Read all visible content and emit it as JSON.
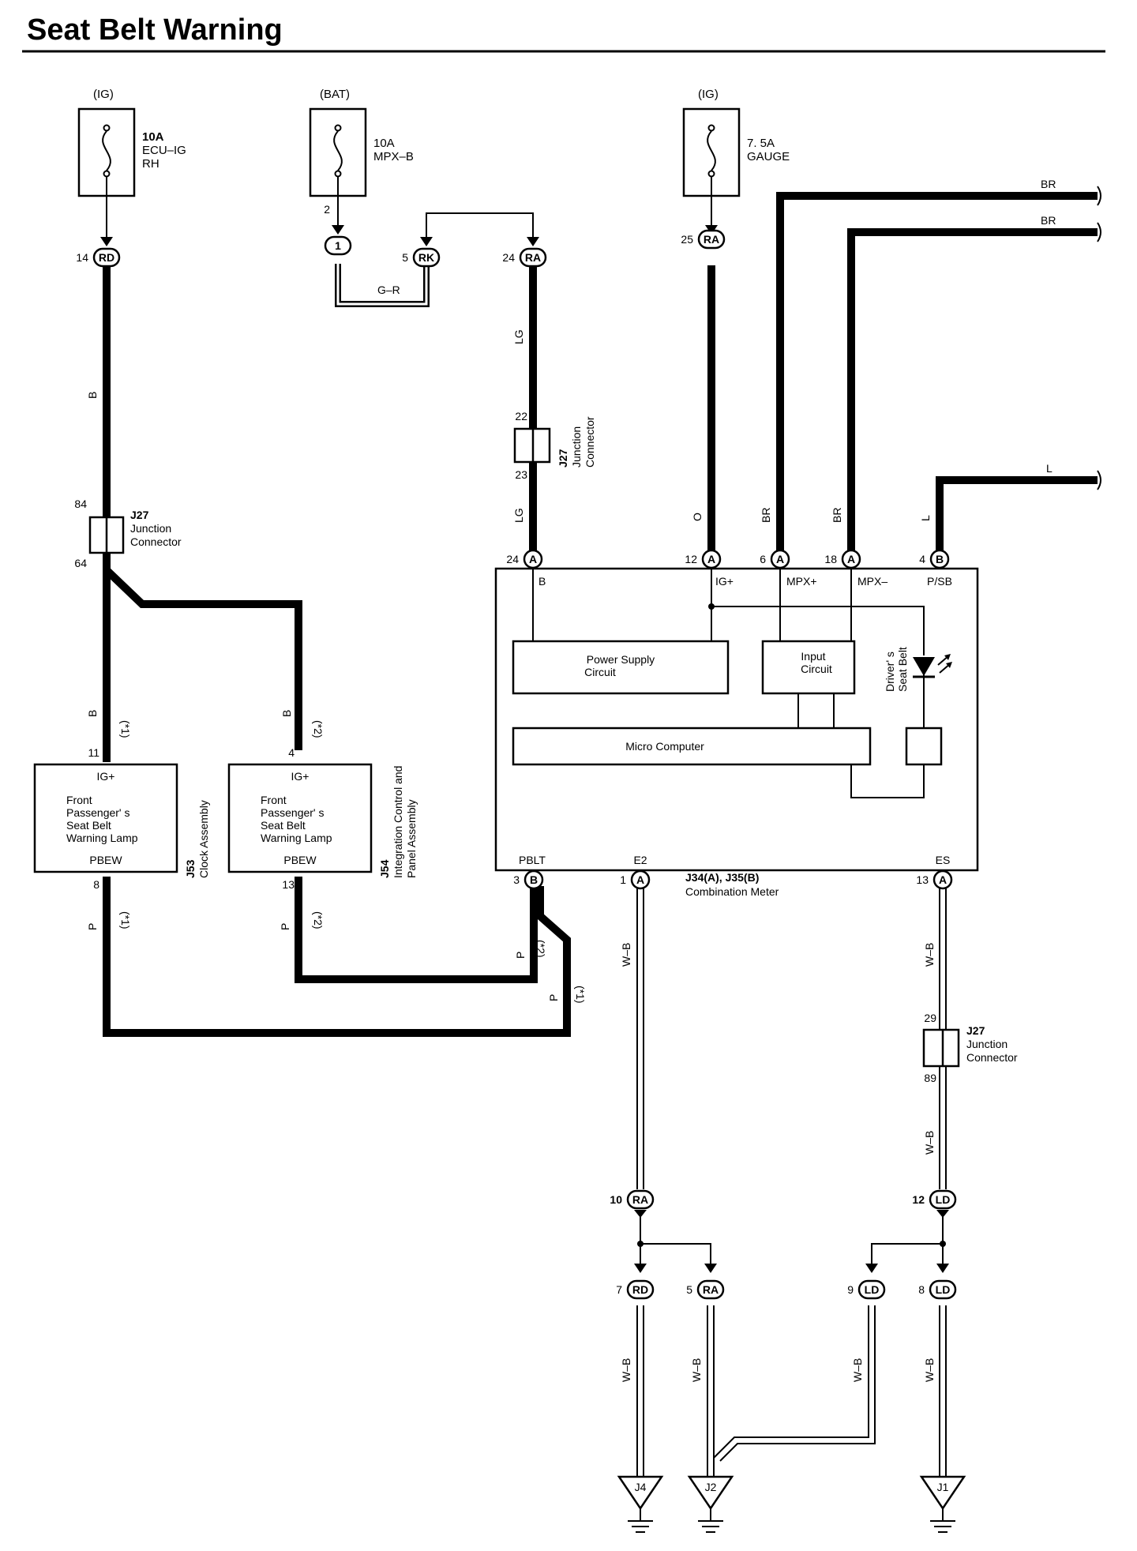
{
  "title": "Seat Belt Warning",
  "fuses": [
    {
      "source": "(IG)",
      "rating": "10A",
      "name1": "ECU–IG",
      "name2": "RH"
    },
    {
      "source": "(BAT)",
      "rating": "10A",
      "name1": "MPX–B",
      "name2": ""
    },
    {
      "source": "(IG)",
      "rating": "7. 5A",
      "name1": "GAUGE",
      "name2": ""
    }
  ],
  "connectors": {
    "c14": {
      "num": "14",
      "code": "RD"
    },
    "c2": {
      "num": "2",
      "code": "1"
    },
    "c5": {
      "num": "5",
      "code": "RK"
    },
    "c24": {
      "num": "24",
      "code": "RA"
    },
    "c25": {
      "num": "25",
      "code": "RA"
    },
    "m24": {
      "num": "24",
      "code": "A"
    },
    "m12": {
      "num": "12",
      "code": "A"
    },
    "m6": {
      "num": "6",
      "code": "A"
    },
    "m18": {
      "num": "18",
      "code": "A"
    },
    "m4": {
      "num": "4",
      "code": "B"
    },
    "m3": {
      "num": "3",
      "code": "B"
    },
    "m1": {
      "num": "1",
      "code": "A"
    },
    "m13": {
      "num": "13",
      "code": "A"
    },
    "g10": {
      "num": "10",
      "code": "RA"
    },
    "g12": {
      "num": "12",
      "code": "LD"
    },
    "g7": {
      "num": "7",
      "code": "RD"
    },
    "g5": {
      "num": "5",
      "code": "RA"
    },
    "g9": {
      "num": "9",
      "code": "LD"
    },
    "g8": {
      "num": "8",
      "code": "LD"
    }
  },
  "wires": {
    "b": "B",
    "gr": "G–R",
    "lg": "LG",
    "o": "O",
    "br": "BR",
    "l": "L",
    "p": "P",
    "wb": "W–B",
    "n1": "(*1)",
    "n2": "(*2)"
  },
  "junctions": {
    "left": {
      "top": "84",
      "bottom": "64",
      "id": "J27",
      "l1": "Junction",
      "l2": "Connector"
    },
    "middle": {
      "top": "22",
      "bottom": "23",
      "id": "J27",
      "l1": "Junction",
      "l2": "Connector"
    },
    "right": {
      "top": "29",
      "bottom": "89",
      "id": "J27",
      "l1": "Junction",
      "l2": "Connector"
    }
  },
  "lamp1": {
    "pin_top": "11",
    "pin_bot": "8",
    "ig": "IG+",
    "l1": "Front",
    "l2": "Passenger' s",
    "l3": "Seat Belt",
    "l4": "Warning Lamp",
    "pbew": "PBEW",
    "id": "J53",
    "desc": "Clock Assembly"
  },
  "lamp2": {
    "pin_top": "4",
    "pin_bot": "13",
    "ig": "IG+",
    "l1": "Front",
    "l2": "Passenger' s",
    "l3": "Seat Belt",
    "l4": "Warning Lamp",
    "pbew": "PBEW",
    "id": "J54",
    "desc1": "Integration Control and",
    "desc2": "Panel Assembly"
  },
  "meter": {
    "pins": {
      "b": "B",
      "ig": "IG+",
      "mpxp": "MPX+",
      "mpxm": "MPX–",
      "psb": "P/SB",
      "pblt": "PBLT",
      "e2": "E2",
      "es": "ES"
    },
    "power": "Power Supply",
    "circuit": "Circuit",
    "input": "Input",
    "micro": "Micro Computer",
    "driver1": "Driver' s",
    "driver2": "Seat Belt",
    "id": "J34(A), J35(B)",
    "desc": "Combination Meter"
  },
  "grounds": [
    "J4",
    "J2",
    "J1"
  ]
}
